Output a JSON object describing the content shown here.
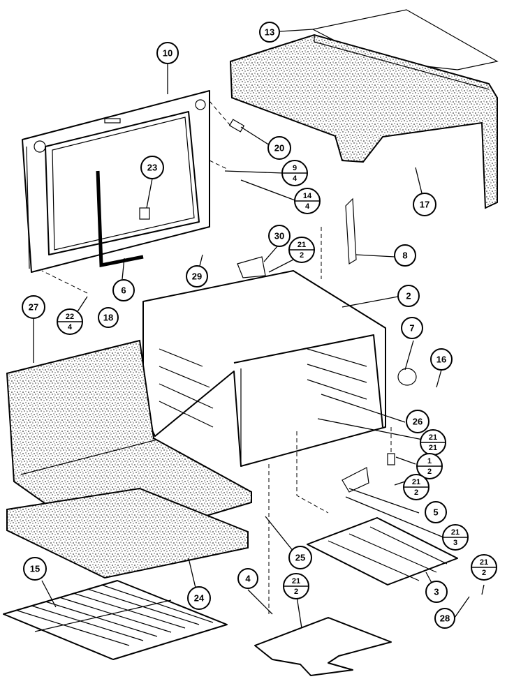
{
  "callouts": [
    {
      "id": "c10",
      "label": "10"
    },
    {
      "id": "c13",
      "label": "13"
    },
    {
      "id": "c20",
      "label": "20"
    },
    {
      "id": "c23",
      "label": "23"
    },
    {
      "id": "c17",
      "label": "17"
    },
    {
      "id": "c8",
      "label": "8"
    },
    {
      "id": "c30",
      "label": "30"
    },
    {
      "id": "c29",
      "label": "29"
    },
    {
      "id": "c6",
      "label": "6"
    },
    {
      "id": "c2",
      "label": "2"
    },
    {
      "id": "c27",
      "label": "27"
    },
    {
      "id": "c18",
      "label": "18"
    },
    {
      "id": "c7",
      "label": "7"
    },
    {
      "id": "c16",
      "label": "16"
    },
    {
      "id": "c26",
      "label": "26"
    },
    {
      "id": "c5",
      "label": "5"
    },
    {
      "id": "c25",
      "label": "25"
    },
    {
      "id": "c15",
      "label": "15"
    },
    {
      "id": "c24",
      "label": "24"
    },
    {
      "id": "c4",
      "label": "4"
    },
    {
      "id": "c3",
      "label": "3"
    },
    {
      "id": "c28",
      "label": "28"
    }
  ],
  "fractions": [
    {
      "id": "f9_4",
      "top": "9",
      "bottom": "4"
    },
    {
      "id": "f14_4",
      "top": "14",
      "bottom": "4"
    },
    {
      "id": "f21_2a",
      "top": "21",
      "bottom": "2"
    },
    {
      "id": "f22_4",
      "top": "22",
      "bottom": "4"
    },
    {
      "id": "f21_21",
      "top": "21",
      "bottom": "21"
    },
    {
      "id": "f1_2",
      "top": "1",
      "bottom": "2"
    },
    {
      "id": "f21_2b",
      "top": "21",
      "bottom": "2"
    },
    {
      "id": "f21_3",
      "top": "21",
      "bottom": "3"
    },
    {
      "id": "f21_2c",
      "top": "21",
      "bottom": "2"
    },
    {
      "id": "f21_2d",
      "top": "21",
      "bottom": "2"
    }
  ]
}
